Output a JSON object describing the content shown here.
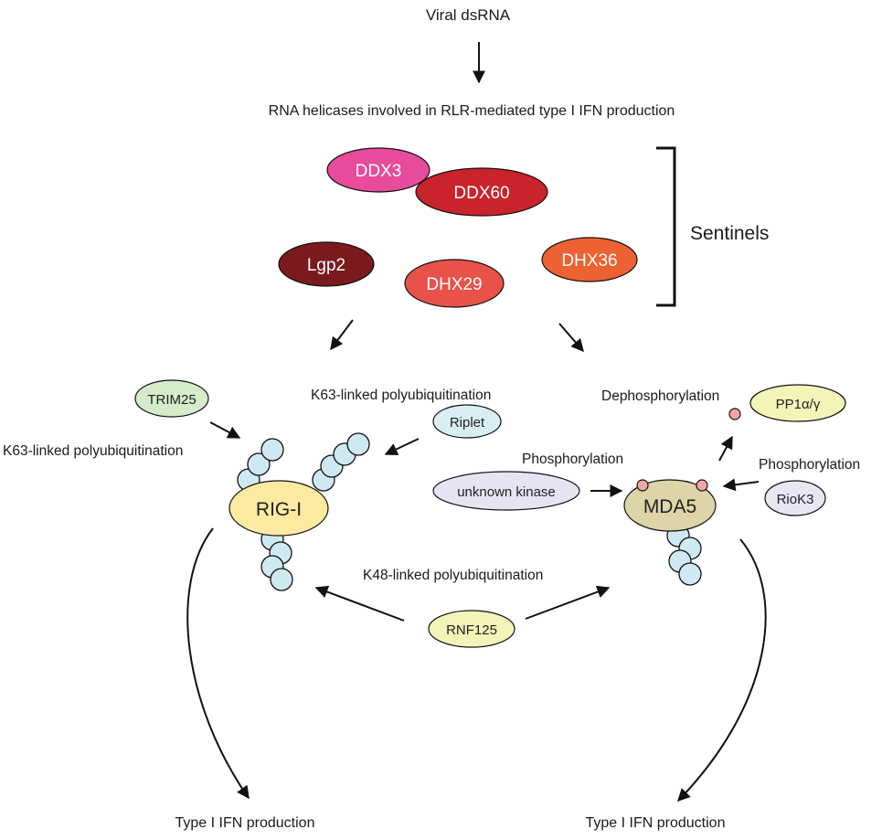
{
  "labels": {
    "viral": "Viral dsRNA",
    "helicases": "RNA helicases involved in RLR-mediated type I IFN production",
    "sentinels": "Sentinels",
    "k63_left": "K63-linked polyubiquitination",
    "k63_mid": "K63-linked polyubiquitination",
    "dephos": "Dephosphorylation",
    "phos_mid": "Phosphorylation",
    "phos_right": "Phosphorylation",
    "k48": "K48-linked polyubiquitination",
    "ifn_left": "Type I IFN production",
    "ifn_right": "Type I IFN production"
  },
  "helicases": {
    "ddx3": "DDX3",
    "ddx60": "DDX60",
    "lgp2": "Lgp2",
    "dhx29": "DHX29",
    "dhx36": "DHX36"
  },
  "proteins": {
    "trim25": "TRIM25",
    "riplet": "Riplet",
    "rigi": "RIG-I",
    "mda5": "MDA5",
    "pp1": "PP1α/γ",
    "kinase": "unknown kinase",
    "riok3": "RioK3",
    "rnf125": "RNF125"
  },
  "colors": {
    "ddx3": "#e84b9b",
    "ddx60": "#c9242b",
    "lgp2": "#7a1a1f",
    "dhx29": "#e8524a",
    "dhx36": "#ee6133",
    "trim25": "#d4ebcc",
    "riplet": "#d8eef2",
    "rigi": "#fbeaa0",
    "mda5": "#ddd4a8",
    "pp1": "#f3f4b8",
    "kinase": "#e6e4f3",
    "riok3": "#e8e6f2",
    "rnf125": "#f3f4b8",
    "ubiquitin": "#cfe9f2",
    "phosphate": "#f3a6a4"
  }
}
